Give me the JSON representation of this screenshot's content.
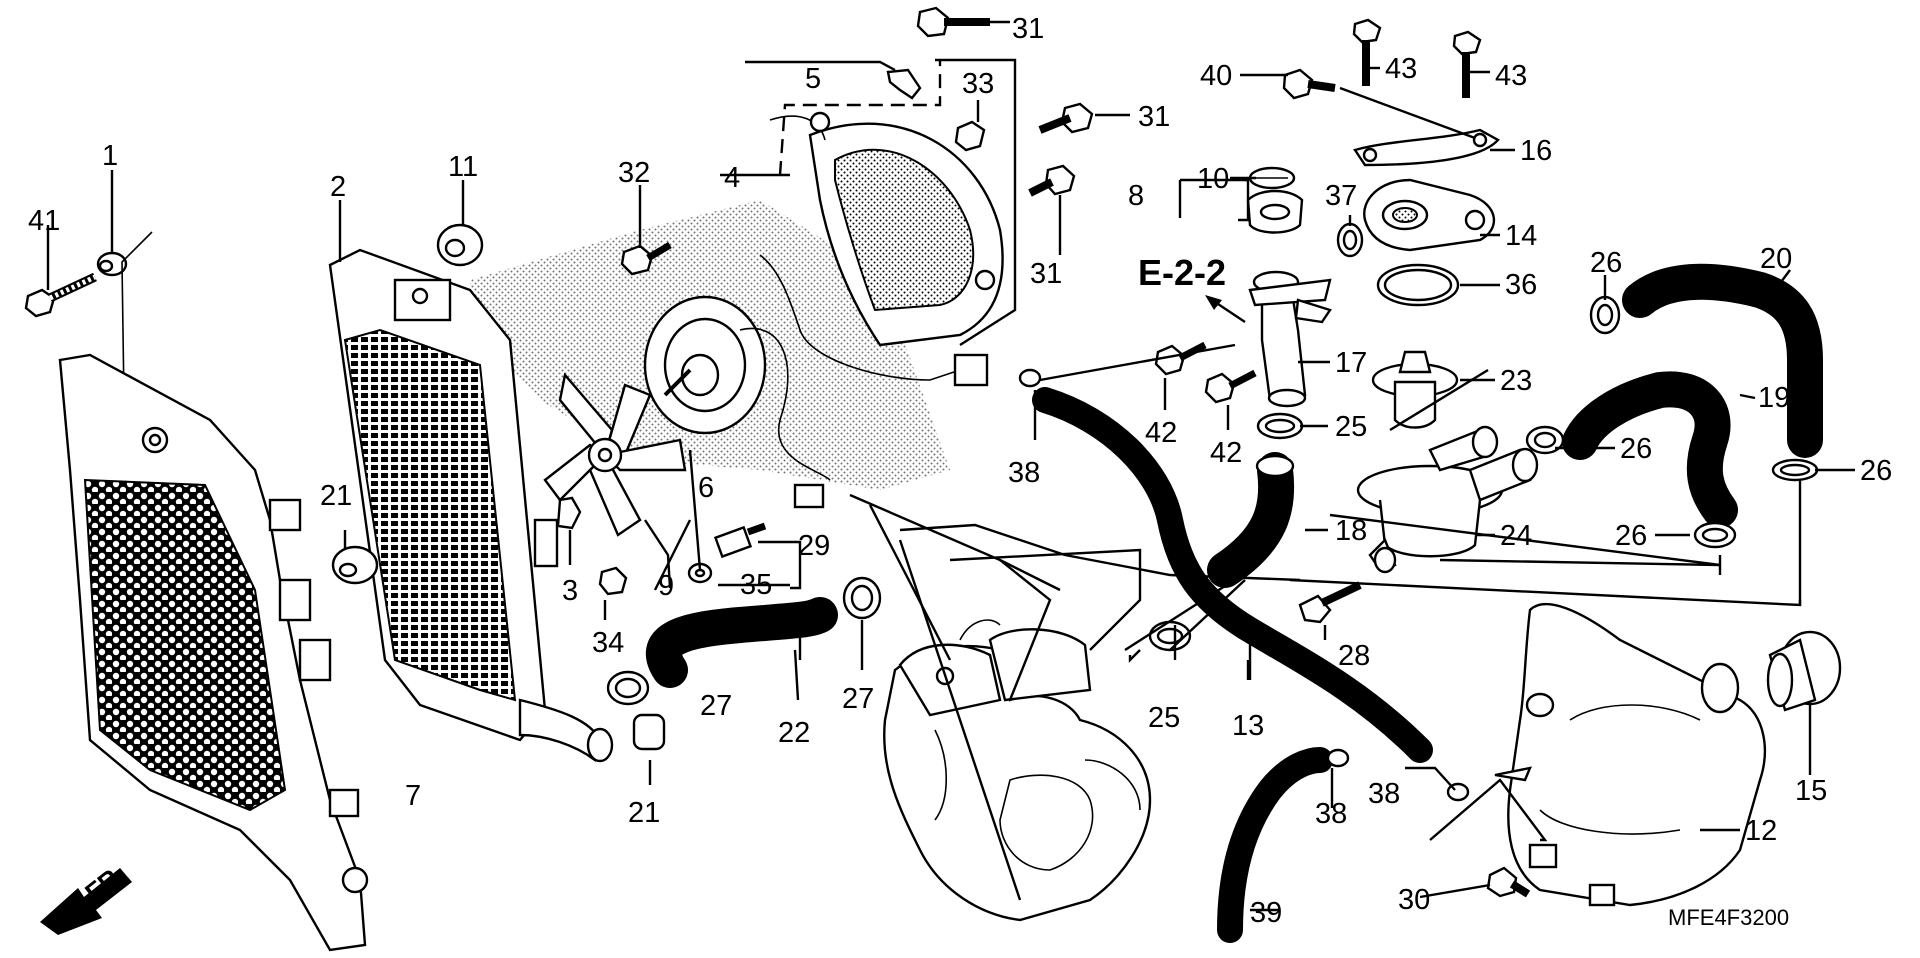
{
  "diagram": {
    "reference_label": "E-2-2",
    "front_label": "FR.",
    "drawing_code": "MFE4F3200",
    "callouts": {
      "c1": "1",
      "c2": "2",
      "c3": "3",
      "c4": "4",
      "c5": "5",
      "c6": "6",
      "c7": "7",
      "c8": "8",
      "c9": "9",
      "c10": "10",
      "c11": "11",
      "c12": "12",
      "c13": "13",
      "c14": "14",
      "c15": "15",
      "c16": "16",
      "c17": "17",
      "c18": "18",
      "c19": "19",
      "c20": "20",
      "c21a": "21",
      "c21b": "21",
      "c22": "22",
      "c23": "23",
      "c24": "24",
      "c25a": "25",
      "c25b": "25",
      "c26a": "26",
      "c26b": "26",
      "c26c": "26",
      "c26d": "26",
      "c27a": "27",
      "c27b": "27",
      "c28": "28",
      "c29": "29",
      "c30": "30",
      "c31a": "31",
      "c31b": "31",
      "c31c": "31",
      "c32": "32",
      "c33": "33",
      "c34": "34",
      "c35": "35",
      "c36": "36",
      "c37": "37",
      "c38a": "38",
      "c38b": "38",
      "c38c": "38",
      "c39": "39",
      "c40": "40",
      "c41": "41",
      "c42a": "42",
      "c42b": "42",
      "c43a": "43",
      "c43b": "43"
    },
    "colors": {
      "ink": "#000000",
      "paper": "#ffffff"
    }
  }
}
